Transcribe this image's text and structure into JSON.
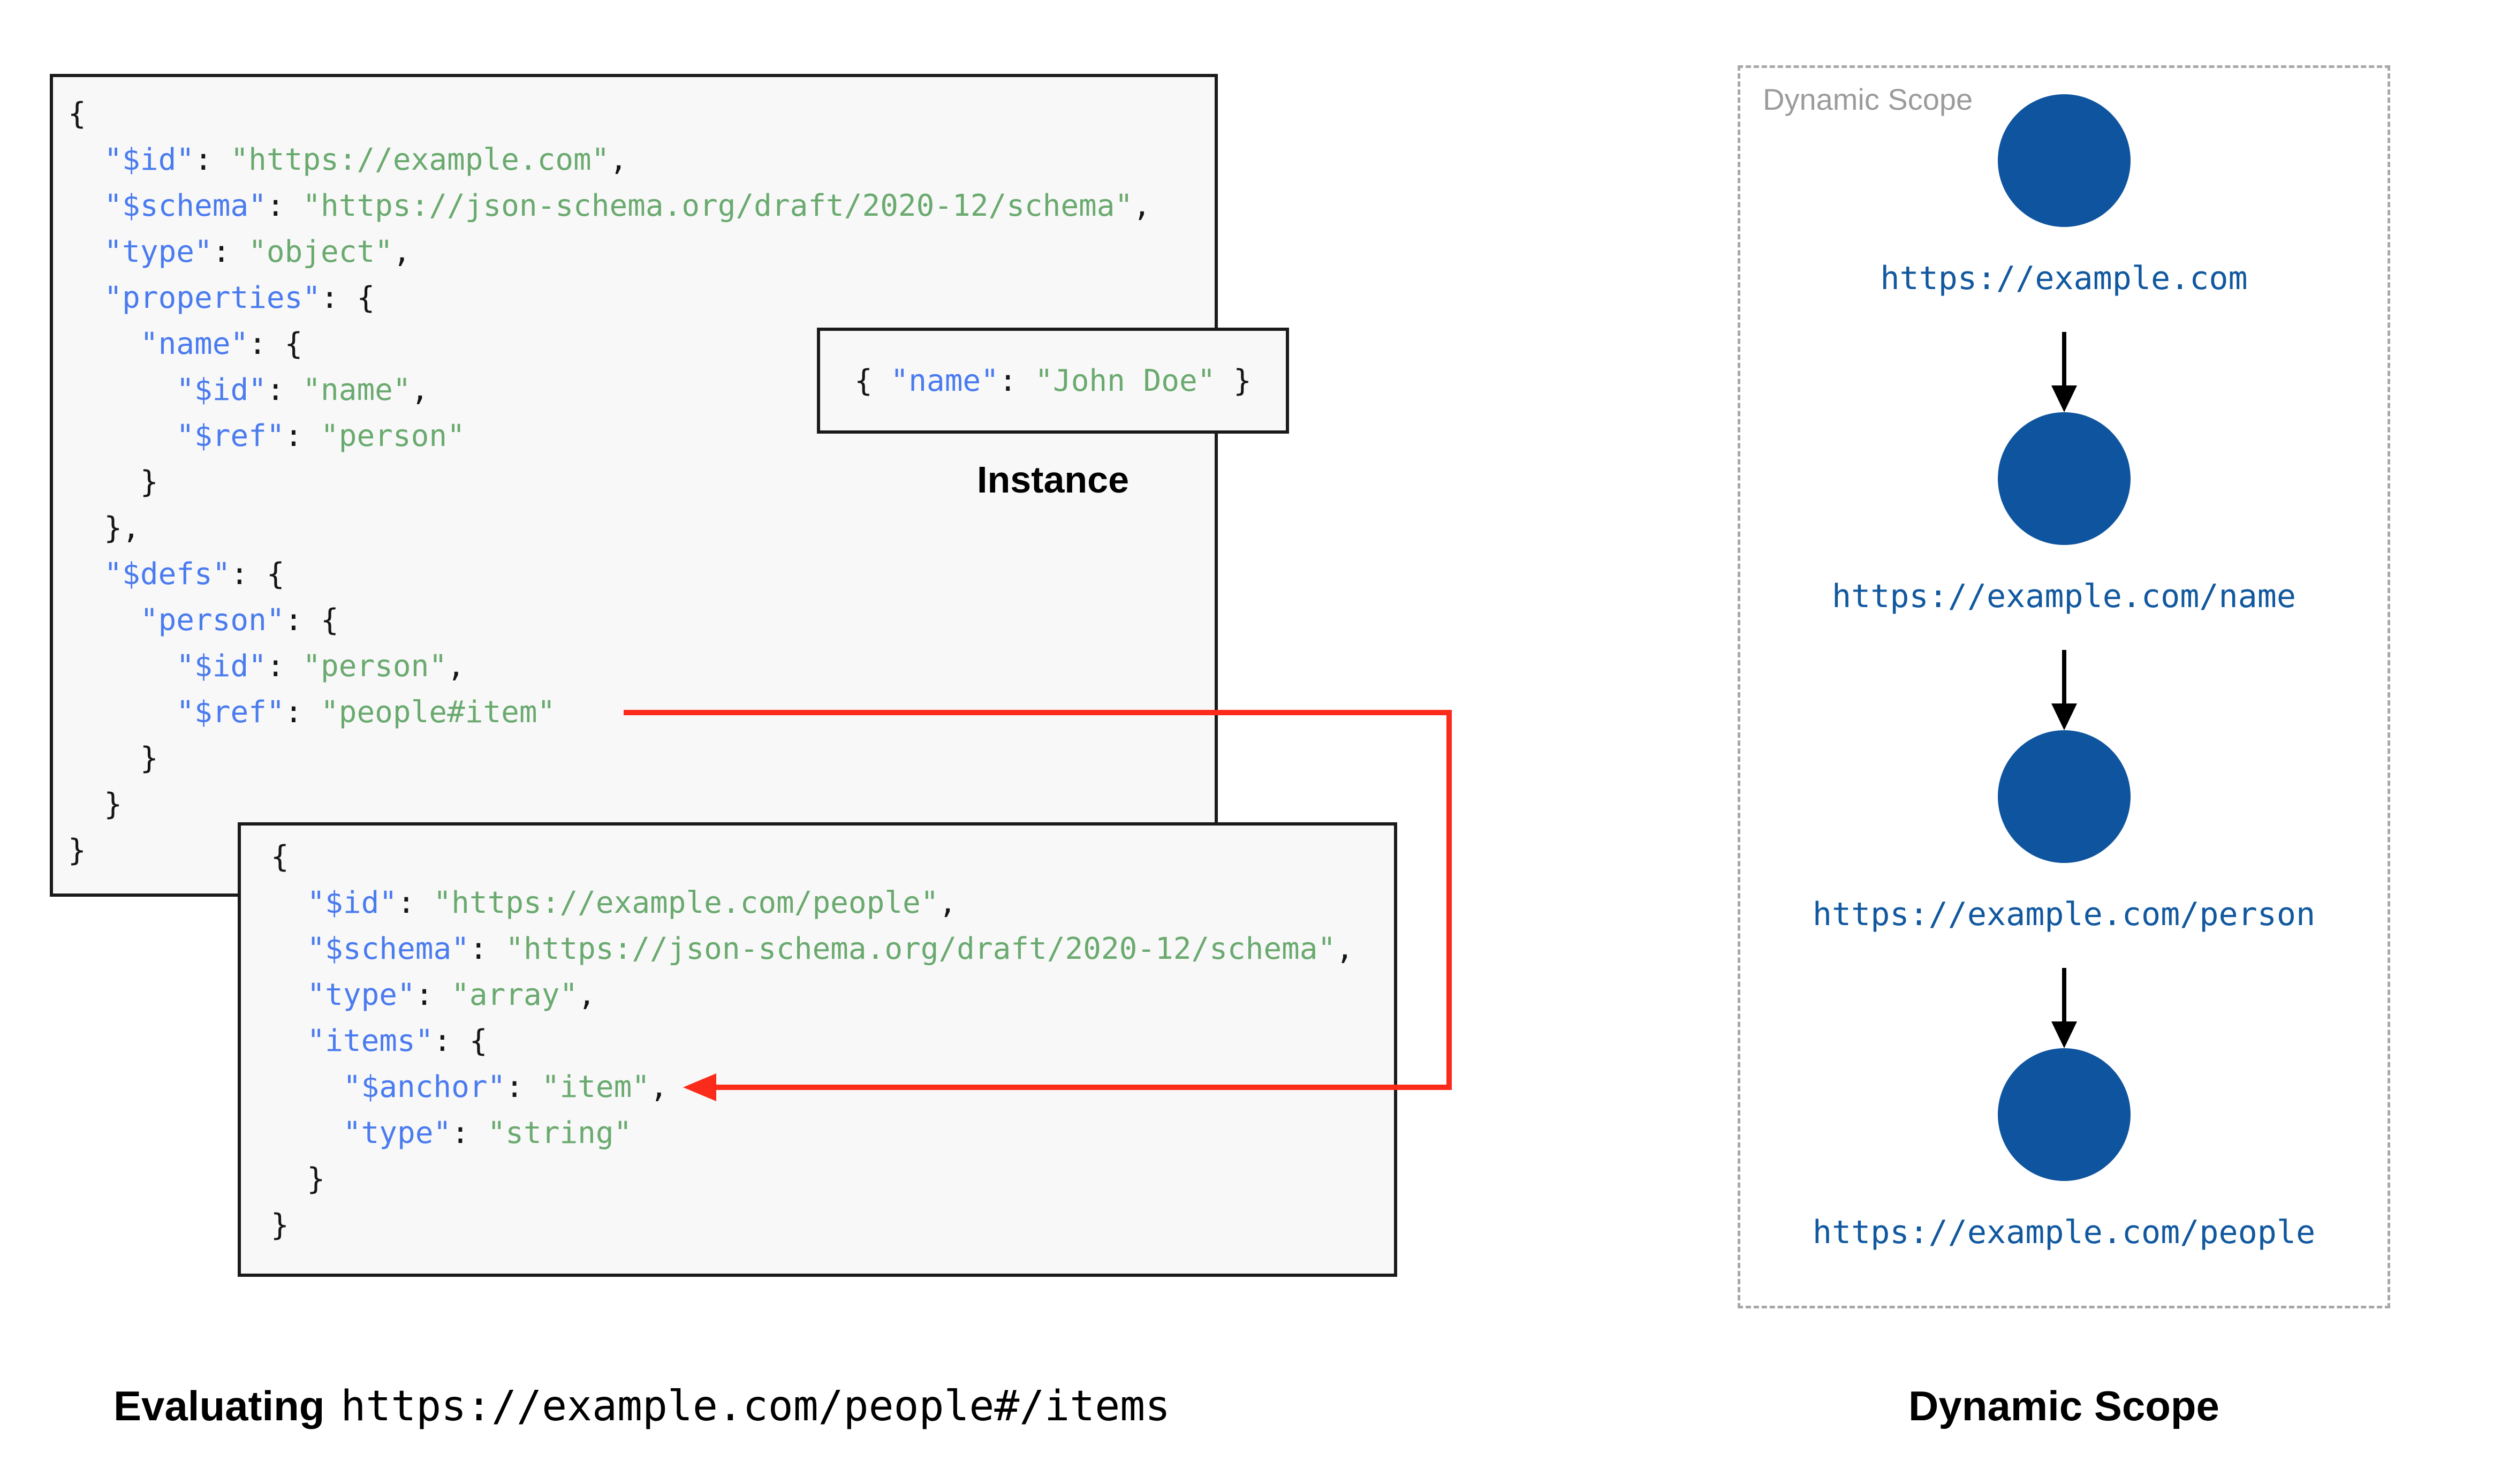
{
  "captions": {
    "evaluating_prefix": "Evaluating",
    "evaluating_uri": "https://example.com/people#/items",
    "instance_label": "Instance",
    "scope_box_title": "Dynamic Scope",
    "scope_caption": "Dynamic Scope"
  },
  "instance": {
    "code": "{ \"name\": \"John Doe\" }"
  },
  "code_panels": {
    "main_schema": {
      "lines": [
        "{",
        "  \"$id\": \"https://example.com\",",
        "  \"$schema\": \"https://json-schema.org/draft/2020-12/schema\",",
        "  \"type\": \"object\",",
        "  \"properties\": {",
        "    \"name\": {",
        "      \"$id\": \"name\",",
        "      \"$ref\": \"person\"",
        "    }",
        "  },",
        "  \"$defs\": {",
        "    \"person\": {",
        "      \"$id\": \"person\",",
        "      \"$ref\": \"people#item\"",
        "    }",
        "  }",
        "}"
      ]
    },
    "people_schema": {
      "lines": [
        "{",
        "  \"$id\": \"https://example.com/people\",",
        "  \"$schema\": \"https://json-schema.org/draft/2020-12/schema\",",
        "  \"type\": \"array\",",
        "  \"items\": {",
        "    \"$anchor\": \"item\",",
        "    \"type\": \"string\"",
        "  }",
        "}"
      ]
    }
  },
  "scope": {
    "nodes": [
      "https://example.com",
      "https://example.com/name",
      "https://example.com/person",
      "https://example.com/people"
    ]
  },
  "colors": {
    "key": "#4a7bef",
    "string": "#6aaa6f",
    "punct": "#151515",
    "arrow_red": "#fa2b1a",
    "node_fill": "#0f549e",
    "node_label": "#11589f",
    "panel_fill": "#f8f8f8",
    "panel_border": "#1a1a1a",
    "scope_border": "#a8a8a8",
    "scope_title": "#9b9b9b",
    "text": "#000000"
  }
}
